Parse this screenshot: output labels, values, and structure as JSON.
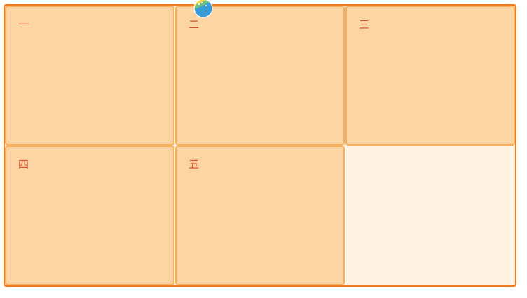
{
  "board": {
    "cells": [
      {
        "label": "一"
      },
      {
        "label": "二"
      },
      {
        "label": "三"
      },
      {
        "label": "四"
      },
      {
        "label": "五"
      }
    ]
  },
  "icons": {
    "decoration": "painted-egg-icon"
  },
  "colors": {
    "board_border": "#f07a1e",
    "board_background": "#fff3e3",
    "cell_fill": "#fdd5a4",
    "cell_border": "#f7b05b",
    "label_text": "#d4502c"
  }
}
